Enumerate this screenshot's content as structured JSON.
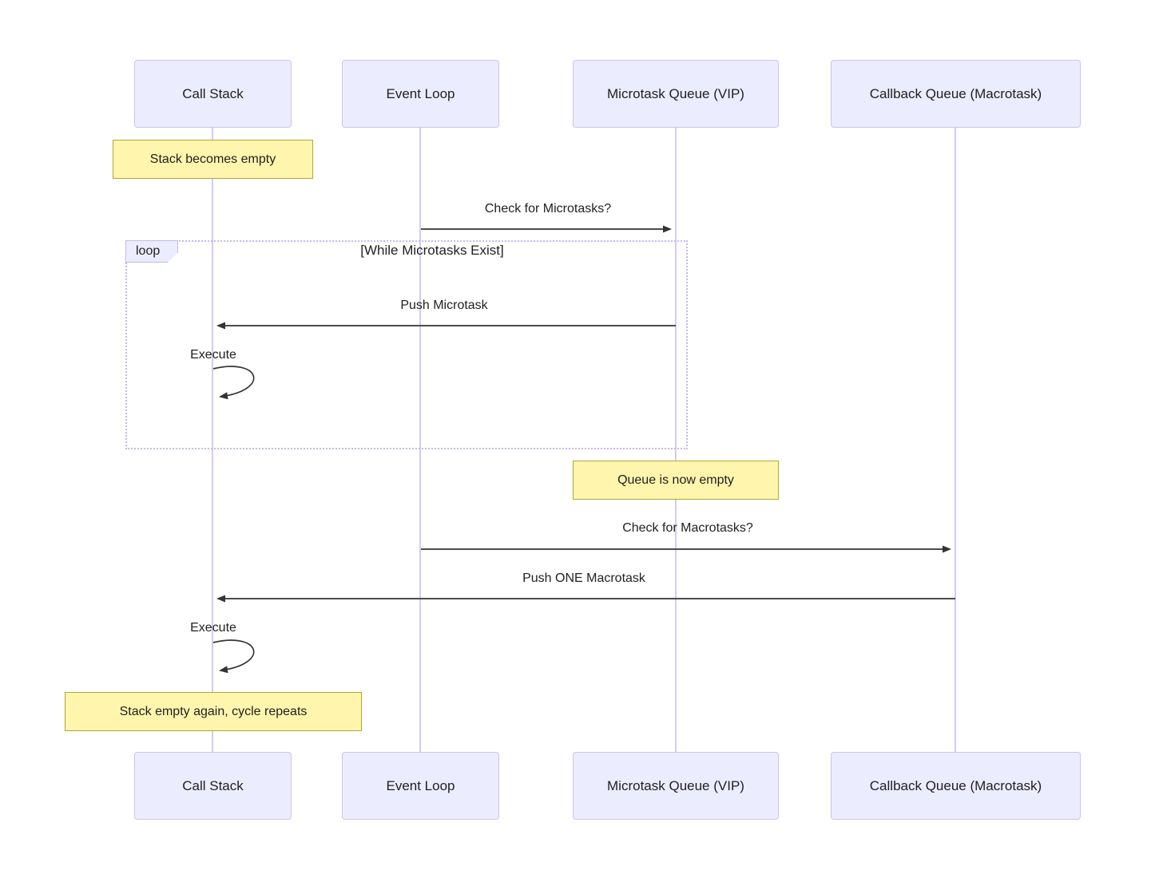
{
  "participants": [
    {
      "id": "call-stack",
      "label": "Call Stack"
    },
    {
      "id": "event-loop",
      "label": "Event Loop"
    },
    {
      "id": "microtask-queue",
      "label": "Microtask Queue (VIP)"
    },
    {
      "id": "callback-queue",
      "label": "Callback Queue (Macrotask)"
    }
  ],
  "notes": [
    {
      "text": "Stack becomes empty"
    },
    {
      "text": "Queue is now empty"
    },
    {
      "text": "Stack empty again, cycle repeats"
    }
  ],
  "loop": {
    "label": "loop",
    "condition": "[While Microtasks Exist]"
  },
  "messages": [
    {
      "label": "Check for Microtasks?",
      "from": "Event Loop",
      "to": "Microtask Queue (VIP)"
    },
    {
      "label": "Push Microtask",
      "from": "Microtask Queue (VIP)",
      "to": "Call Stack"
    },
    {
      "label": "Execute",
      "from": "Call Stack",
      "to": "Call Stack"
    },
    {
      "label": "Check for Macrotasks?",
      "from": "Event Loop",
      "to": "Callback Queue (Macrotask)"
    },
    {
      "label": "Push ONE Macrotask",
      "from": "Callback Queue (Macrotask)",
      "to": "Call Stack"
    },
    {
      "label": "Execute",
      "from": "Call Stack",
      "to": "Call Stack"
    }
  ],
  "colors": {
    "participant_fill": "#ECECFF",
    "participant_border": "#CCC3EA",
    "lifeline": "#D5C9F2",
    "note_fill": "#FFF5AD",
    "note_border": "#AAAA33",
    "loop_border": "#C5B8EC",
    "arrow": "#333333",
    "text": "#1F1F1F"
  }
}
